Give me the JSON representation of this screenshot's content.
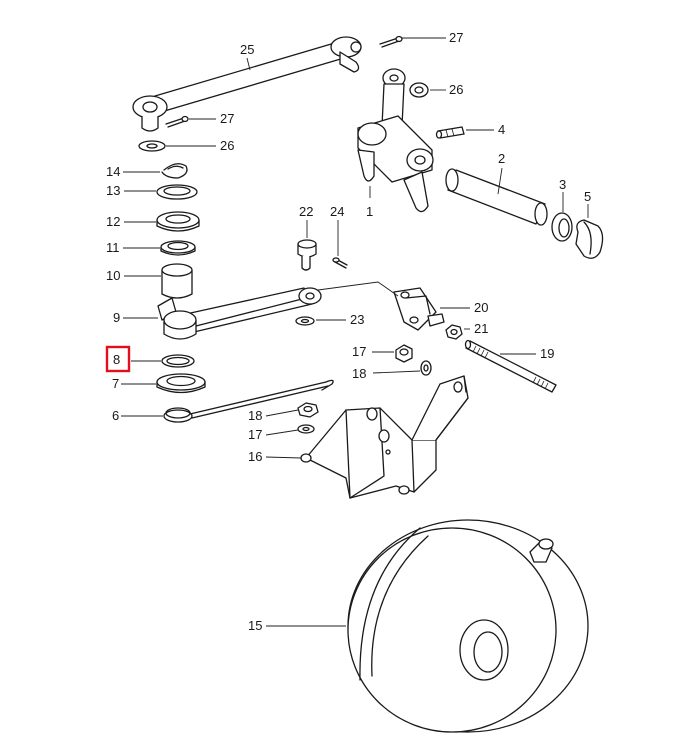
{
  "callouts": {
    "c25": "25",
    "c27a": "27",
    "c26a": "26",
    "c27b": "27",
    "c26b": "26",
    "c4": "4",
    "c2": "2",
    "c3": "3",
    "c5": "5",
    "c1": "1",
    "c14": "14",
    "c13": "13",
    "c12": "12",
    "c11": "11",
    "c10": "10",
    "c9": "9",
    "c8": "8",
    "c7": "7",
    "c6": "6",
    "c22": "22",
    "c24": "24",
    "c20": "20",
    "c21": "21",
    "c23": "23",
    "c17a": "17",
    "c18a": "18",
    "c19": "19",
    "c18b": "18",
    "c17b": "17",
    "c16": "16",
    "c15": "15"
  },
  "highlight": {
    "color": "#e0101c",
    "part": "8"
  }
}
